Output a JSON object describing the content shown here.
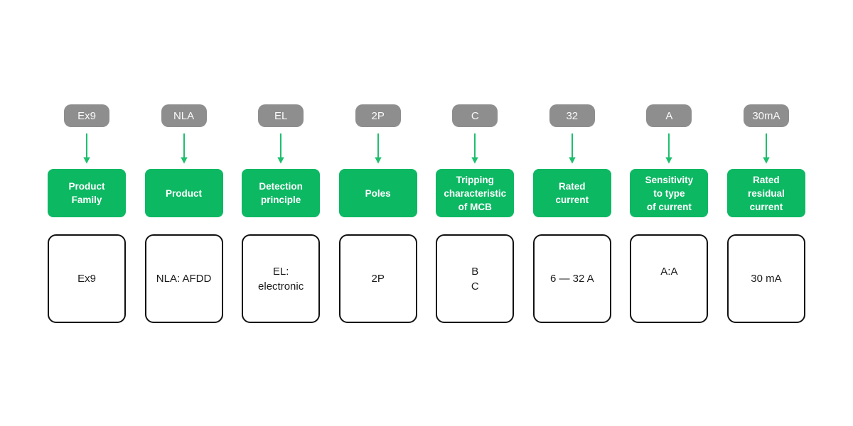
{
  "diagram": {
    "description": "Product code nomenclature diagram",
    "palette": {
      "pill_gray": "#8e8e8e",
      "category_green": "#0db863",
      "arrow_green": "#1dbf6d",
      "box_border_black": "#111111",
      "background": "#ffffff"
    },
    "columns": [
      {
        "code": "Ex9",
        "label": "Product\nFamily",
        "value": "Ex9"
      },
      {
        "code": "NLA",
        "label": "Product",
        "value": "NLA: AFDD"
      },
      {
        "code": "EL",
        "label": "Detection\nprinciple",
        "value": "EL:\nelectronic"
      },
      {
        "code": "2P",
        "label": "Poles",
        "value": "2P"
      },
      {
        "code": "C",
        "label": "Tripping\ncharacteristic\nof MCB",
        "value": "B\nC"
      },
      {
        "code": "32",
        "label": "Rated\ncurrent",
        "value": "6 — 32 A"
      },
      {
        "code": "A",
        "label": "Sensitivity\nto type\nof current",
        "value": "A:A"
      },
      {
        "code": "30mA",
        "label": "Rated\nresidual\ncurrent",
        "value": "30 mA"
      }
    ]
  }
}
